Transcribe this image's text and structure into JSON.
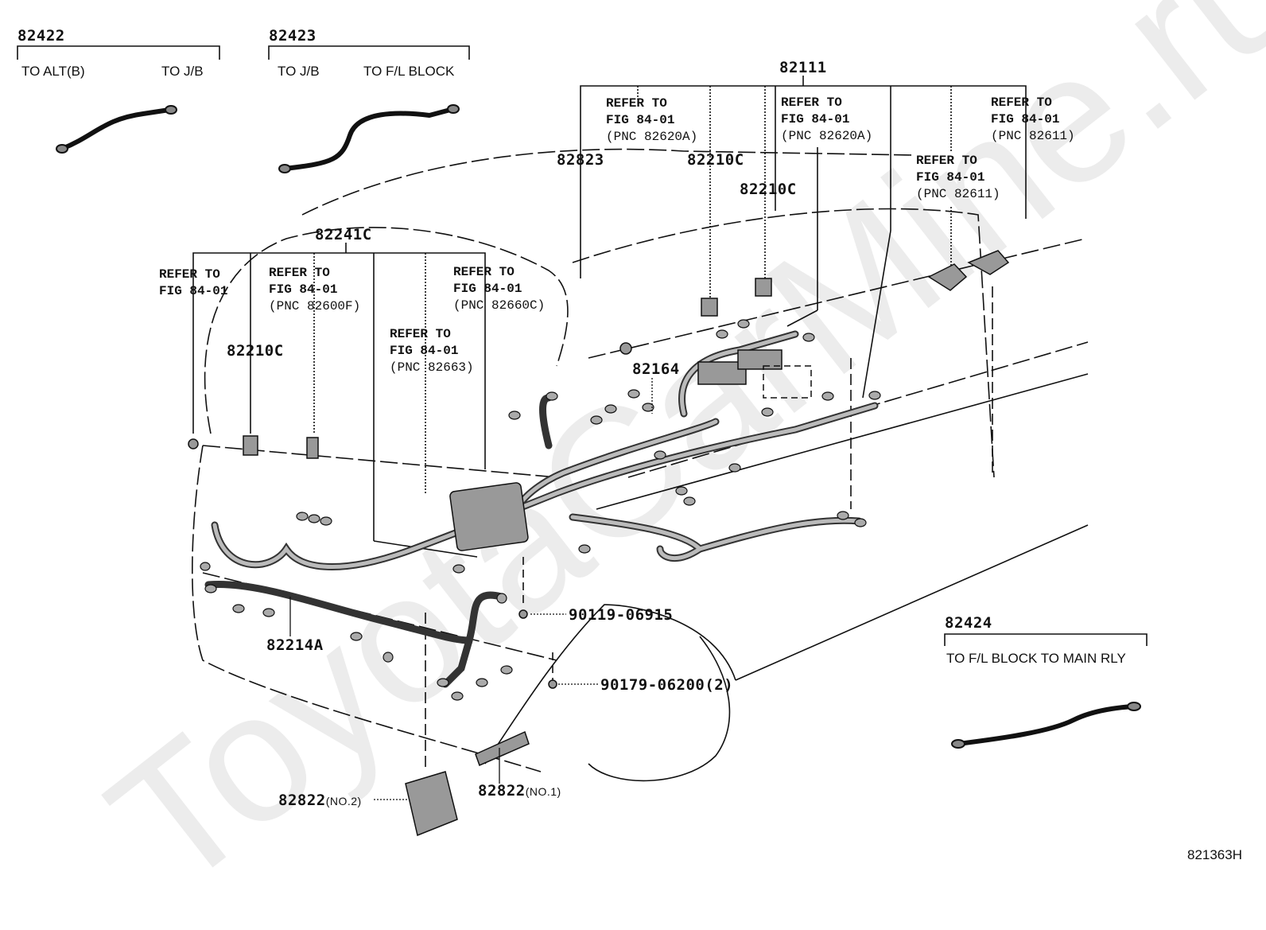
{
  "diagram": {
    "type": "exploded parts diagram - engine room wire harness",
    "figure_number": "821363H",
    "watermark": "ToyotaCarMine.ru",
    "cables": [
      {
        "part": "82422",
        "end_a": "TO ALT(B)",
        "end_b": "TO J/B"
      },
      {
        "part": "82423",
        "end_a": "TO J/B",
        "end_b": "TO F/L BLOCK"
      },
      {
        "part": "82424",
        "description": "TO F/L BLOCK TO MAIN RLY"
      }
    ],
    "part_labels": {
      "p82111": "82111",
      "p82823": "82823",
      "p82210c_a": "82210C",
      "p82210c_b": "82210C",
      "p82210c_c": "82210C",
      "p82241c": "82241C",
      "p82164": "82164",
      "p82214a": "82214A",
      "p90119": "90119-06915",
      "p90179": "90179-06200(2)",
      "p82822_no1": "82822",
      "p82822_no1_suffix": "(NO.1)",
      "p82822_no2": "82822",
      "p82822_no2_suffix": "(NO.2)"
    },
    "references": [
      {
        "line1": "REFER TO",
        "line2": "FIG 84-01",
        "pnc": "(PNC 82620A)"
      },
      {
        "line1": "REFER TO",
        "line2": "FIG 84-01",
        "pnc": "(PNC 82620A)"
      },
      {
        "line1": "REFER TO",
        "line2": "FIG 84-01",
        "pnc": "(PNC 82611)"
      },
      {
        "line1": "REFER TO",
        "line2": "FIG 84-01",
        "pnc": "(PNC 82611)"
      },
      {
        "line1": "REFER TO",
        "line2": "FIG 84-01",
        "pnc": ""
      },
      {
        "line1": "REFER TO",
        "line2": "FIG 84-01",
        "pnc": "(PNC 82600F)"
      },
      {
        "line1": "REFER TO",
        "line2": "FIG 84-01",
        "pnc": "(PNC 82660C)"
      },
      {
        "line1": "REFER TO",
        "line2": "FIG 84-01",
        "pnc": "(PNC 82663)"
      }
    ]
  }
}
